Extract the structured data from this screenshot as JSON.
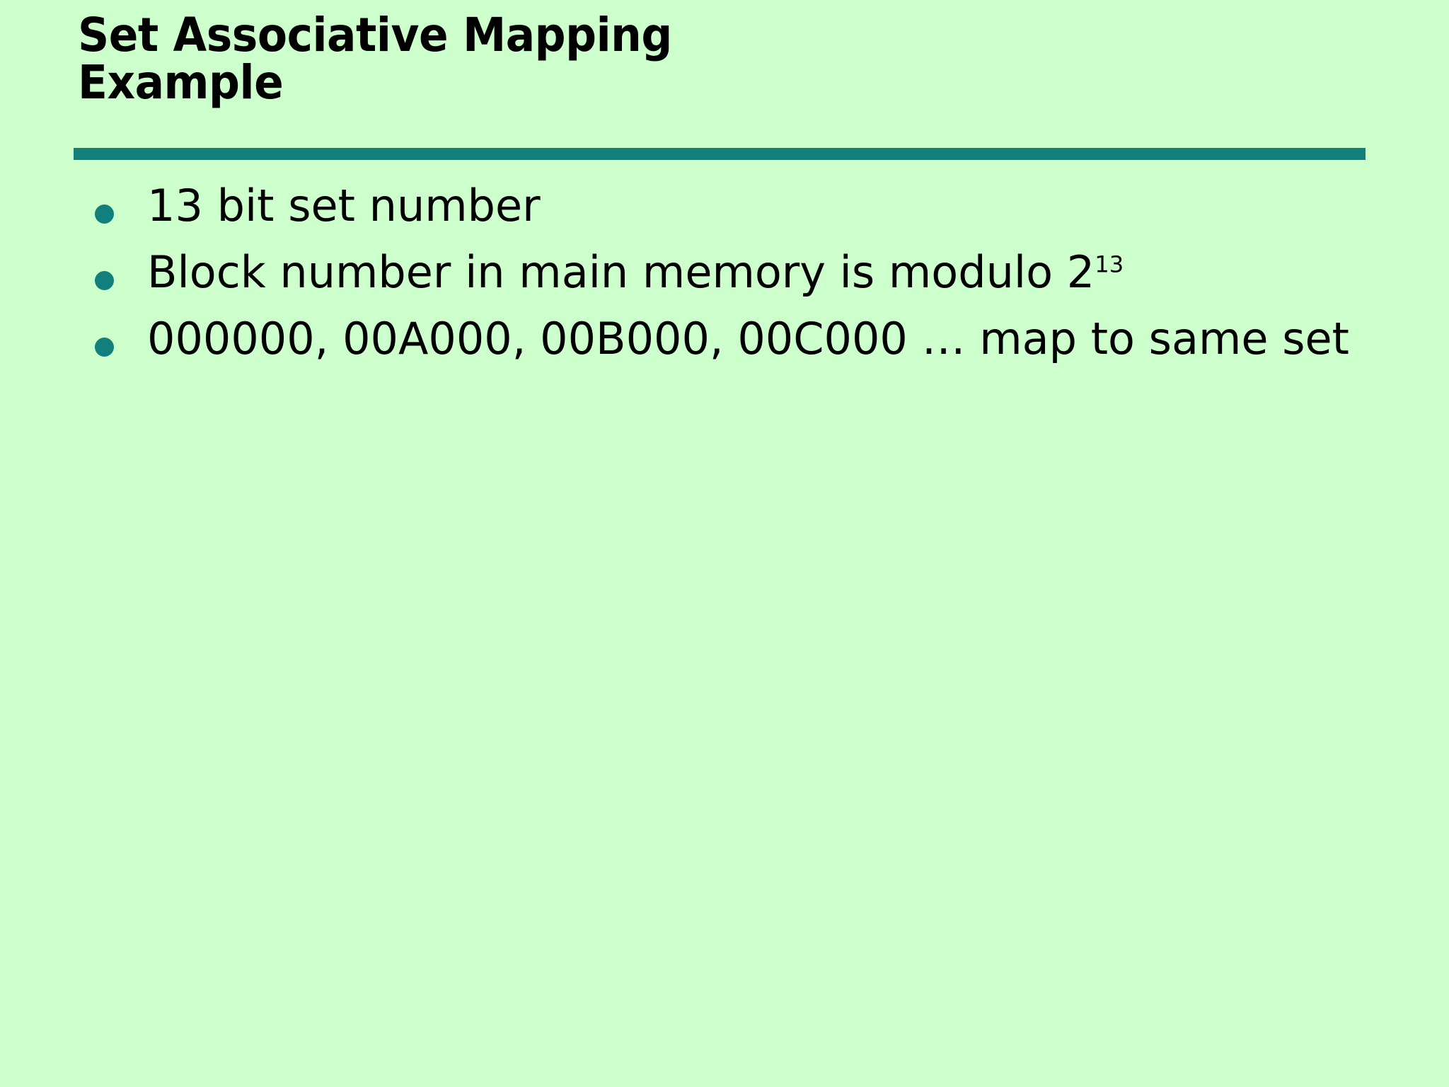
{
  "slide": {
    "background_color": "#CCFFCC",
    "accent_color": "#11807D",
    "text_color": "#000000",
    "title": {
      "line1": "Set Associative Mapping",
      "line2": "Example"
    },
    "bullets": [
      {
        "id": "bullet-set-number",
        "text": "13 bit set number",
        "marker": "bullet-dot-icon"
      },
      {
        "id": "bullet-modulo",
        "text_before": "Block number in main memory is modulo 2",
        "superscript": "13",
        "text_after": "",
        "marker": "bullet-dot-icon"
      },
      {
        "id": "bullet-addresses",
        "text": "000000, 00A000, 00B000, 00C000 … map to same set",
        "marker": "bullet-dot-icon"
      }
    ]
  }
}
